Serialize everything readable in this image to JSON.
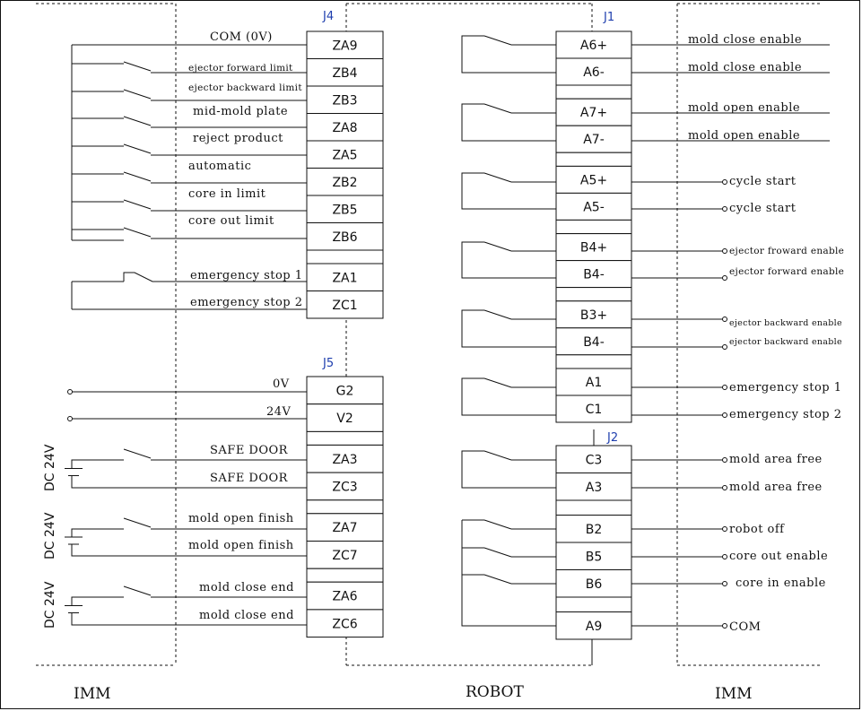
{
  "connectors": {
    "j4": "J4",
    "j1": "J1",
    "j5": "J5",
    "j2": "J2"
  },
  "footer": {
    "left": "IMM",
    "center": "ROBOT",
    "right": "IMM"
  },
  "dc_label": "DC 24V",
  "j4": {
    "pins": [
      "ZA9",
      "ZB4",
      "ZB3",
      "ZA8",
      "ZA5",
      "ZB2",
      "ZB5",
      "ZB6",
      "",
      "ZA1",
      "ZC1"
    ],
    "labels": [
      "COM (0V)",
      "ejector forward limit",
      "ejector backward limit",
      "mid-mold plate",
      "reject product",
      "automatic",
      "core in limit",
      "core out limit",
      "emergency stop 1",
      "emergency stop 2"
    ]
  },
  "j5": {
    "pins": [
      "G2",
      "V2",
      "",
      "ZA3",
      "ZC3",
      "",
      "ZA7",
      "ZC7",
      "",
      "ZA6",
      "ZC6"
    ],
    "labels": [
      "0V",
      "24V",
      "SAFE DOOR",
      "SAFE DOOR",
      "mold open finish",
      "mold open finish",
      "mold close end",
      "mold close end"
    ]
  },
  "j1": {
    "pins": [
      "A6+",
      "A6-",
      "",
      "A7+",
      "A7-",
      "",
      "A5+",
      "A5-",
      "",
      "B4+",
      "B4-",
      "",
      "B3+",
      "B4-",
      "",
      "A1",
      "C1"
    ],
    "labels": [
      "mold close enable",
      "mold close enable",
      "mold open enable",
      "mold open enable",
      "cycle start",
      "cycle start",
      "ejector froward enable",
      "ejector forward enable",
      "ejector backward enable",
      "ejector backward enable",
      "emergency stop 1",
      "emergency stop 2"
    ]
  },
  "j2": {
    "pins": [
      "C3",
      "A3",
      "",
      "B2",
      "B5",
      "B6",
      "",
      "A9"
    ],
    "labels": [
      "mold area free",
      "mold area free",
      "robot off",
      "core out enable",
      "core in enable",
      "COM"
    ]
  }
}
